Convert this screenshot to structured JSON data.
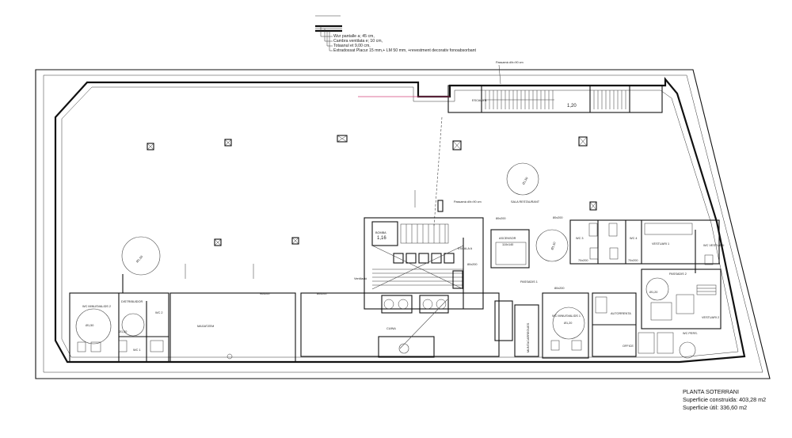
{
  "wall_legend": [
    "Wur pantalle a; 45 cm,",
    "Cambra ventilata e; 10 cm,",
    "Totaanul et 9,00 cm,",
    "Extradossat Placur 15 mm,+ LM 50 mm, +revestment decorativ fonoabsorbant"
  ],
  "plan_info": {
    "title": "PLANTA SOTERRANI",
    "constructed_area": "Superficie construida: 403,28 m2",
    "usable_area": "Superficie útil: 336,60 m2"
  },
  "rooms": {
    "sala_restaurant": "SALA RESTAURANT",
    "bomba": "BOMBA",
    "escala_a": "ESCALA A",
    "ascensor": "ASCENSOR",
    "ascensor_size": "110x140",
    "passadis_1": "PASSADIS 1",
    "passadis_2": "PASSADIS 2",
    "cuina": "CUINA",
    "magatzem": "MAGATZEM",
    "wc_minusvalids_2": "WC MINUSVALIDS 2",
    "distribuidor": "DISTRIBUIDOR",
    "wc_2": "WC 2",
    "wc_1": "WC 1",
    "wc_3": "WC 3",
    "wc_4": "WC 4",
    "wc_minusvalids_1": "WC MINUSVALIDS 1",
    "vestuari_1": "VESTUARI 1",
    "vestuari_2": "VESTUARI 2",
    "wc_vestuari": "WC VESTUARI",
    "wc_pers": "WC PERS.",
    "office": "OFFICE",
    "autorrenta": "AUTORRENTA",
    "muntacarregues": "MUNTACARREGUES",
    "escala_b": "ESCALA B"
  },
  "annotations": {
    "passamà_top": "Passamà d/h=90 cm",
    "passamà_mid": "Passamà d/h=90 cm",
    "radius_150": "Ø1,50",
    "radius_150b": "Ø1,50",
    "radius_120a": "Ø1,20",
    "radius_120b": "Ø1,20",
    "radius_120c": "Ø1,20",
    "ventilacio": "Ventilació",
    "door_80x200": "80x200",
    "door_90x200": "90x200",
    "door_70x200": "70x200",
    "dim_120": "1,20",
    "dim_116": "1,16"
  }
}
